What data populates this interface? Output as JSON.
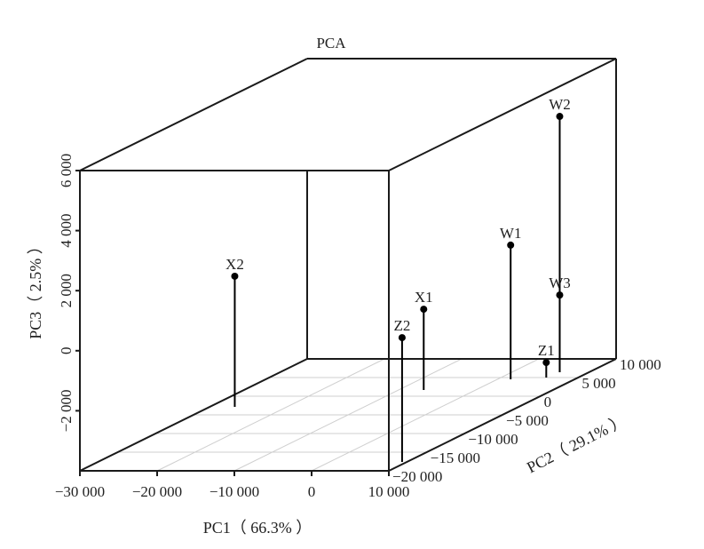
{
  "chart_data": {
    "type": "scatter",
    "subtype": "3d-scatter-with-drop-lines",
    "title": "PCA",
    "xlabel": "PC1（ 66.3% ）",
    "ylabel": "PC2（ 29.1% ）",
    "zlabel": "PC3（ 2.5% ）",
    "xlim": [
      -30000,
      10000
    ],
    "ylim": [
      -20000,
      10000
    ],
    "zlim": [
      -4000,
      6000
    ],
    "xticks": [
      -30000,
      -20000,
      -10000,
      0,
      10000
    ],
    "xtick_labels": [
      "−30 000",
      "−20 000",
      "−10 000",
      "0",
      "10 000"
    ],
    "yticks": [
      -20000,
      -15000,
      -10000,
      -5000,
      0,
      5000,
      10000
    ],
    "ytick_labels": [
      "−20 000",
      "−15 000",
      "−10 000",
      "−5 000",
      "0",
      "5 000",
      "10 000"
    ],
    "zticks": [
      -2000,
      0,
      2000,
      4000,
      6000
    ],
    "ztick_labels": [
      "−2 000",
      "0",
      "2 000",
      "4 000",
      "6 000"
    ],
    "grid": true,
    "points": [
      {
        "label": "X2",
        "x": -26760,
        "y": -2860,
        "z": 350
      },
      {
        "label": "X1",
        "x": -6740,
        "y": 1670,
        "z": -1310
      },
      {
        "label": "Z2",
        "x": 9380,
        "y": -17620,
        "z": 140
      },
      {
        "label": "W1",
        "x": 1720,
        "y": 4520,
        "z": 470
      },
      {
        "label": "Z1",
        "x": 5860,
        "y": 5000,
        "z": -3500
      },
      {
        "label": "W2",
        "x": 6200,
        "y": 6430,
        "z": 4520
      },
      {
        "label": "W3",
        "x": 6200,
        "y": 6430,
        "z": -1430
      }
    ],
    "colors": {
      "axis": "#1a1a1a",
      "grid": "#cfcfcf",
      "point": "#000000"
    }
  }
}
